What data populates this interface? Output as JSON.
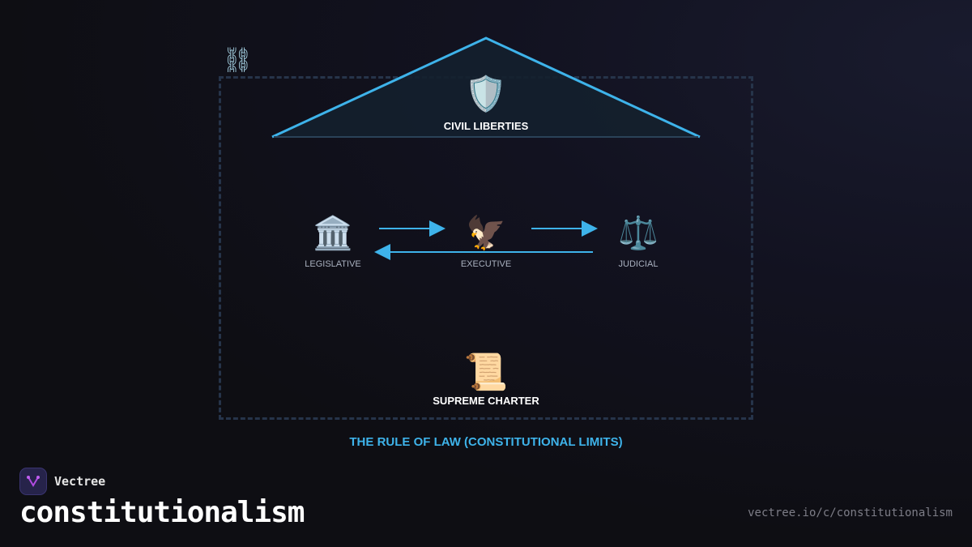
{
  "diagram": {
    "roof": {
      "icon": "🛡️",
      "icon_name": "shield-icon",
      "label": "CIVIL LIBERTIES"
    },
    "decorative_icon": {
      "icon": "⛓",
      "icon_name": "chain-icon"
    },
    "branches": [
      {
        "icon": "🏛️",
        "icon_name": "classical-building-icon",
        "label": "LEGISLATIVE"
      },
      {
        "icon": "🦅",
        "icon_name": "eagle-icon",
        "label": "EXECUTIVE"
      },
      {
        "icon": "⚖️",
        "icon_name": "balance-scale-icon",
        "label": "JUDICIAL"
      }
    ],
    "arrows": [
      {
        "from": "LEGISLATIVE",
        "to": "EXECUTIVE"
      },
      {
        "from": "EXECUTIVE",
        "to": "JUDICIAL"
      },
      {
        "from": "JUDICIAL",
        "to": "LEGISLATIVE"
      }
    ],
    "foundation": {
      "icon": "📜",
      "icon_name": "scroll-icon",
      "label": "SUPREME CHARTER"
    },
    "caption": "THE RULE OF LAW (CONSTITUTIONAL LIMITS)",
    "colors": {
      "accent": "#3eb3ea",
      "frame": "#26344a",
      "roof_fill": "#14202e"
    }
  },
  "footer": {
    "brand": "Vectree",
    "title": "constitutionalism",
    "url": "vectree.io/c/constitutionalism"
  }
}
